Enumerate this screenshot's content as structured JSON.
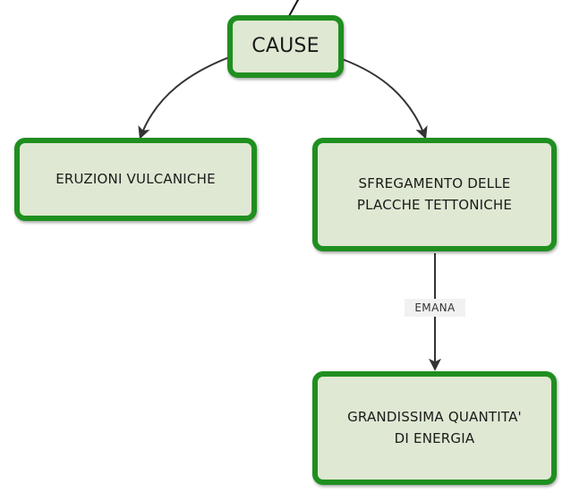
{
  "diagram": {
    "nodes": {
      "cause": {
        "label": "CAUSE"
      },
      "eruzioni": {
        "label": "ERUZIONI VULCANICHE"
      },
      "sfregamento": {
        "label": "SFREGAMENTO DELLE\nPLACCHE TETTONICHE"
      },
      "energia": {
        "label": "GRANDISSIMA QUANTITA'\nDI ENERGIA"
      }
    },
    "edges": [
      {
        "from": "cause",
        "to": "eruzioni",
        "label": ""
      },
      {
        "from": "cause",
        "to": "sfregamento",
        "label": ""
      },
      {
        "from": "sfregamento",
        "to": "energia",
        "label": "EMANA"
      }
    ],
    "colors": {
      "node_fill": "#dfe8d2",
      "node_border": "#1f8f1f",
      "edge": "#333333"
    }
  }
}
